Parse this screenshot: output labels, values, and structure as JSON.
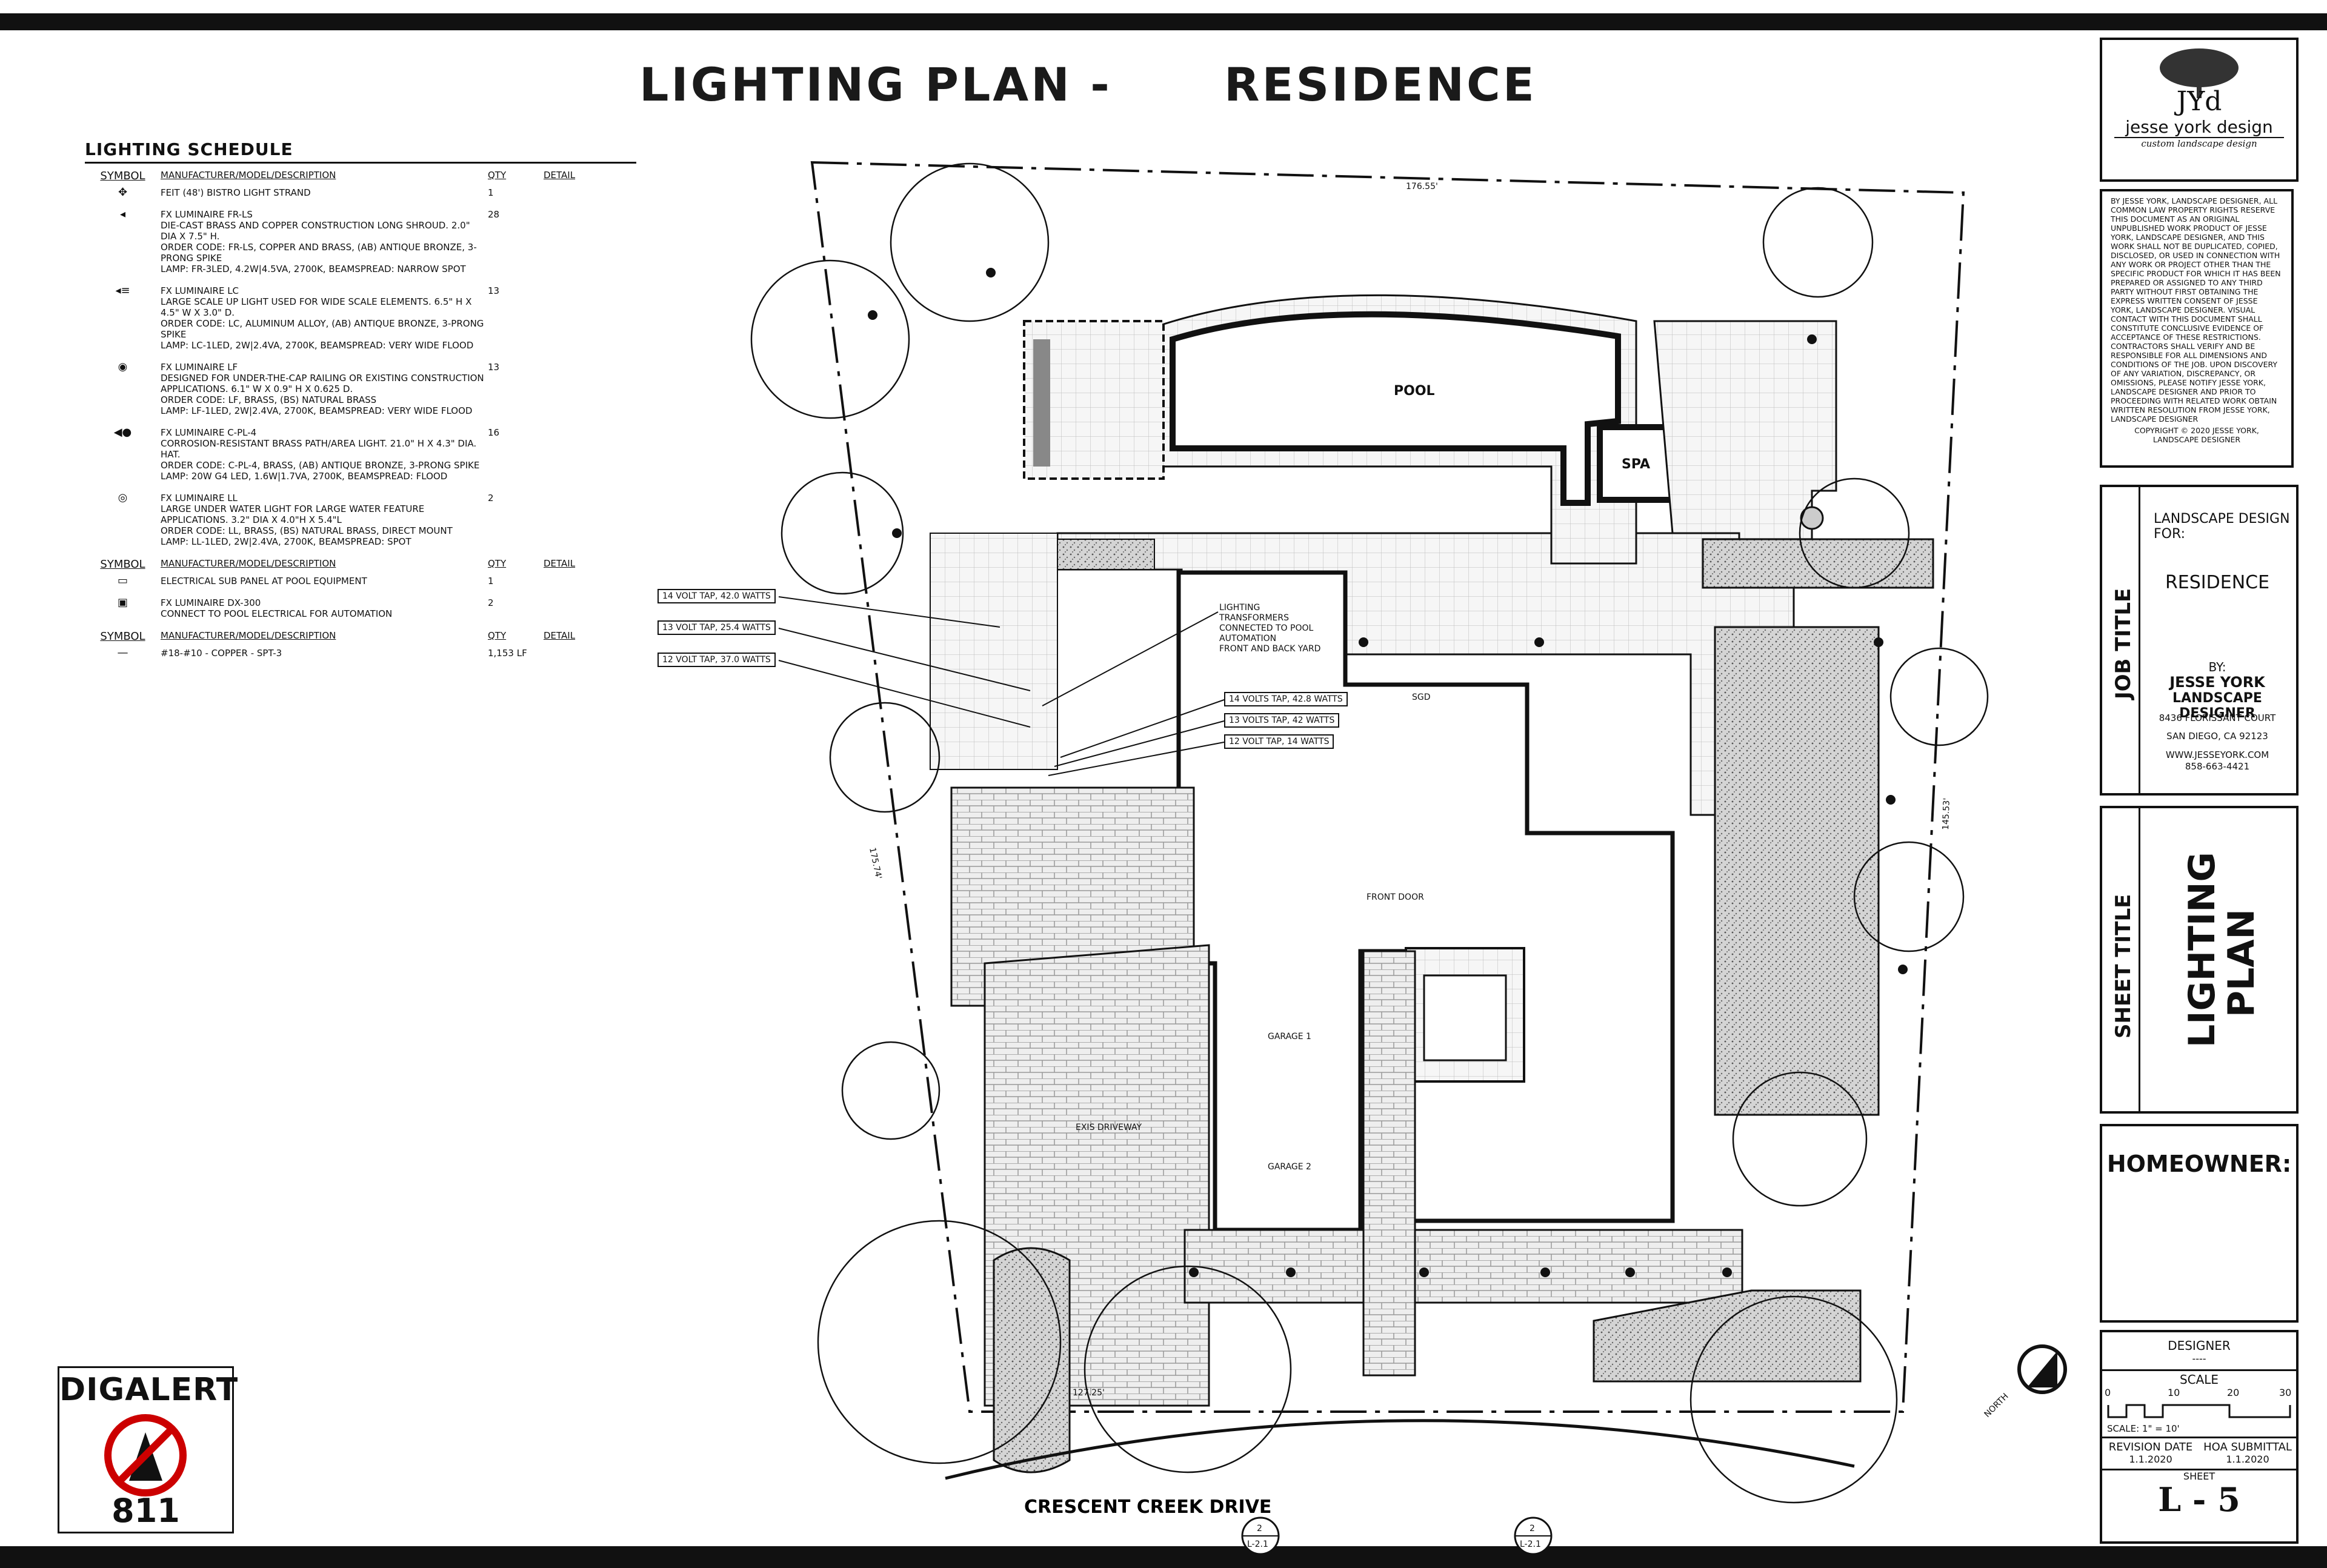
{
  "title": {
    "part1": "LIGHTING PLAN -",
    "part2": "RESIDENCE"
  },
  "schedule": {
    "heading": "LIGHTING SCHEDULE",
    "col_symbol": "SYMBOL",
    "col_desc": "MANUFACTURER/MODEL/DESCRIPTION",
    "col_qty": "QTY",
    "col_detail": "DETAIL",
    "rows": [
      {
        "desc": "FEIT (48') BISTRO LIGHT STRAND",
        "qty": "1"
      },
      {
        "desc": "FX LUMINAIRE FR-LS\nDIE-CAST BRASS AND COPPER CONSTRUCTION LONG SHROUD. 2.0\" DIA x 7.5\" H.\nORDER CODE: FR-LS, COPPER AND BRASS, (AB) ANTIQUE BRONZE, 3-PRONG SPIKE\nLAMP: FR-3LED, 4.2W|4.5VA, 2700K, BEAMSPREAD: NARROW SPOT",
        "qty": "28"
      },
      {
        "desc": "FX LUMINAIRE LC\nLARGE SCALE UP LIGHT USED FOR WIDE SCALE ELEMENTS. 6.5\" H x 4.5\" W x 3.0\" D.\nORDER CODE: LC, ALUMINUM ALLOY, (AB) ANTIQUE BRONZE, 3-PRONG SPIKE\nLAMP: LC-1LED, 2W|2.4VA, 2700K, BEAMSPREAD: VERY WIDE FLOOD",
        "qty": "13"
      },
      {
        "desc": "FX LUMINAIRE LF\nDESIGNED FOR UNDER-THE-CAP RAILING OR EXISTING CONSTRUCTION APPLICATIONS. 6.1\" W x 0.9\" H x 0.625 D.\nORDER CODE: LF, BRASS, (BS) NATURAL BRASS\nLAMP: LF-1LED, 2W|2.4VA, 2700K, BEAMSPREAD: VERY WIDE FLOOD",
        "qty": "13"
      },
      {
        "desc": "FX LUMINAIRE C-PL-4\nCORROSION-RESISTANT BRASS PATH/AREA LIGHT. 21.0\" H x 4.3\" DIA. HAT.\nORDER CODE: C-PL-4, BRASS, (AB) ANTIQUE BRONZE, 3-PRONG SPIKE\nLAMP: 20W G4 LED, 1.6W|1.7VA, 2700K, BEAMSPREAD: FLOOD",
        "qty": "16"
      },
      {
        "desc": "FX LUMINAIRE LL\nLARGE UNDER WATER LIGHT FOR LARGE WATER FEATURE APPLICATIONS. 3.2\" DIA x 4.0\"H x 5.4\"L\nORDER CODE: LL, BRASS, (BS) NATURAL BRASS, DIRECT MOUNT\nLAMP: LL-1LED, 2W|2.4VA, 2700K, BEAMSPREAD: SPOT",
        "qty": "2"
      }
    ],
    "rows2": [
      {
        "desc": "ELECTRICAL SUB PANEL AT POOL EQUIPMENT",
        "qty": "1"
      },
      {
        "desc": "FX LUMINAIRE DX-300\nCONNECT TO POOL ELECTRICAL FOR AUTOMATION",
        "qty": "2"
      }
    ],
    "rows3": [
      {
        "desc": "#18-#10 - COPPER - SPT-3",
        "qty": "1,153 LF"
      }
    ]
  },
  "plan": {
    "pool": "POOL",
    "spa": "SPA",
    "sgd": "SGD",
    "front_door": "FRONT DOOR",
    "garage1": "GARAGE 1",
    "garage2": "GARAGE 2",
    "driveway": "EXIS DRIVEWAY",
    "street": "CRESCENT CREEK DRIVE",
    "dim_top": "176.55'",
    "dim_left": "175.74'",
    "dim_right": "145.53'",
    "dim_bottom": "127.25'",
    "transformer_note": "LIGHTING\nTRANSFORMERS\nCONNECTED TO POOL\nAUTOMATION\nFRONT AND BACK YARD",
    "taps_left": [
      "14 VOLT TAP, 42.0 WATTS",
      "13 VOLT TAP, 25.4 WATTS",
      "12 VOLT TAP, 37.0 WATTS"
    ],
    "taps_right": [
      "14 VOLTS TAP, 42.8 WATTS",
      "13 VOLTS TAP, 42 WATTS",
      "12 VOLT TAP, 14 WATTS"
    ],
    "section_ref": "2",
    "section_sheet": "L-2.1",
    "north": "NORTH"
  },
  "digalert": {
    "name": "DIGALERT",
    "number": "811"
  },
  "titleblock": {
    "logo_initials": "JYd",
    "logo_name": "jesse york design",
    "logo_tag": "custom landscape design",
    "copyright": "BY JESSE YORK, LANDSCAPE DESIGNER, ALL COMMON LAW PROPERTY RIGHTS RESERVE THIS DOCUMENT AS AN ORIGINAL UNPUBLISHED WORK PRODUCT OF JESSE YORK, LANDSCAPE DESIGNER, AND THIS WORK SHALL NOT BE DUPLICATED, COPIED, DISCLOSED, OR USED IN CONNECTION WITH ANY WORK OR PROJECT OTHER THAN THE SPECIFIC PRODUCT FOR WHICH IT HAS BEEN PREPARED OR ASSIGNED TO ANY THIRD PARTY WITHOUT FIRST OBTAINING THE EXPRESS WRITTEN CONSENT OF JESSE YORK, LANDSCAPE DESIGNER. VISUAL CONTACT WITH THIS DOCUMENT SHALL CONSTITUTE CONCLUSIVE EVIDENCE OF ACCEPTANCE OF THESE RESTRICTIONS. CONTRACTORS SHALL VERIFY AND BE RESPONSIBLE FOR ALL DIMENSIONS AND CONDITIONS OF THE JOB. UPON DISCOVERY OF ANY VARIATION, DISCREPANCY, OR OMISSIONS, PLEASE NOTIFY JESSE YORK, LANDSCAPE DESIGNER AND PRIOR TO PROCEEDING WITH RELATED WORK OBTAIN WRITTEN RESOLUTION FROM JESSE YORK, LANDSCAPE DESIGNER",
    "copyright_line": "COPYRIGHT © 2020 JESSE YORK, LANDSCAPE DESIGNER",
    "job_title_label": "JOB TITLE",
    "design_for": "LANDSCAPE DESIGN FOR:",
    "project": "RESIDENCE",
    "by": "BY:",
    "designer_name": "JESSE YORK",
    "designer_role": "LANDSCAPE DESIGNER",
    "address1": "8436 FLORISSANT COURT",
    "address2": "SAN DIEGO, CA 92123",
    "website": "WWW.JESSEYORK.COM",
    "phone": "858-663-4421",
    "sheet_title_label": "SHEET TITLE",
    "sheet_title_1": "LIGHTING",
    "sheet_title_2": "PLAN",
    "homeowner": "HOMEOWNER:",
    "designer_label": "DESIGNER",
    "designer_value": "----",
    "scale_label": "SCALE",
    "scale_ticks": [
      "0",
      "10",
      "20",
      "30"
    ],
    "scale_text": "SCALE: 1\" = 10'",
    "revision_label": "REVISION DATE",
    "revision_date": "1.1.2020",
    "hoa_label": "HOA SUBMITTAL",
    "hoa_date": "1.1.2020",
    "sheet_label": "SHEET",
    "sheet_number": "L - 5"
  }
}
